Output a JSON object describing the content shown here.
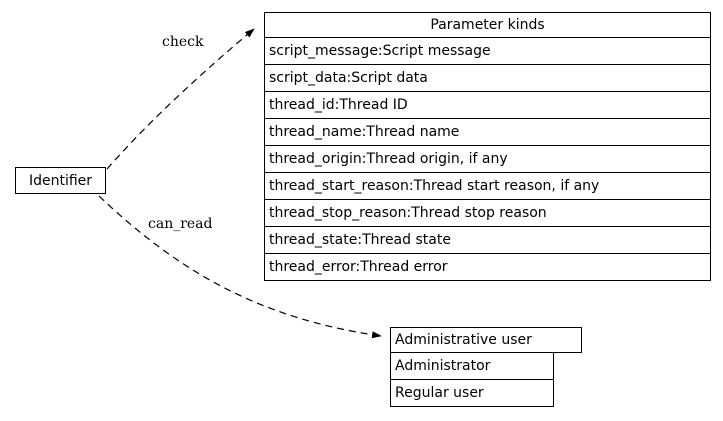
{
  "identifier": {
    "label": "Identifier"
  },
  "edges": {
    "check_label": "check",
    "can_read_label": "can_read"
  },
  "parameter_kinds": {
    "title": "Parameter kinds",
    "rows": [
      "script_message:Script message",
      "script_data:Script data",
      "thread_id:Thread ID",
      "thread_name:Thread name",
      "thread_origin:Thread origin, if any",
      "thread_start_reason:Thread start reason, if any",
      "thread_stop_reason:Thread stop reason",
      "thread_state:Thread state",
      "thread_error:Thread error"
    ]
  },
  "users": {
    "title": "Administrative user",
    "rows": [
      "Administrator",
      "Regular user"
    ]
  },
  "colors": {
    "line": "#000000",
    "background": "#ffffff"
  }
}
